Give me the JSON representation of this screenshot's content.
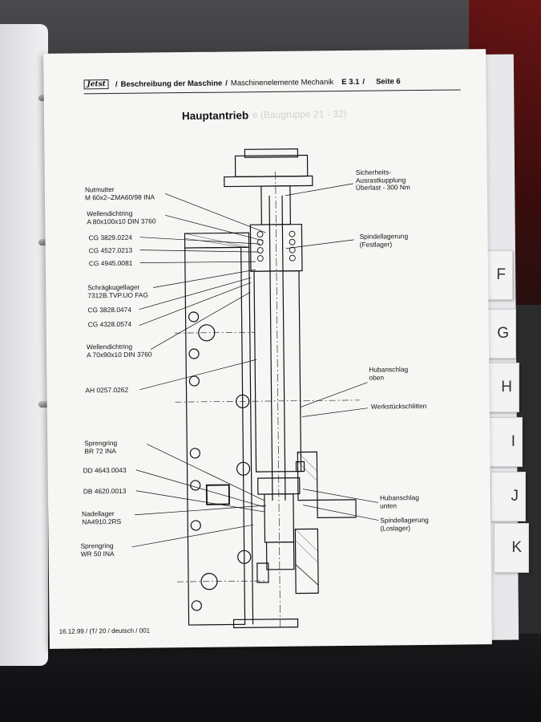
{
  "header": {
    "logo": "Jetst",
    "section1": "Beschreibung der Maschine",
    "section2": "Maschinenelemente Mechanik",
    "code": "E 3.1",
    "page": "Seite 6"
  },
  "title": "Hauptantrieb",
  "ghost_text": {
    "baugruppe": "e (Baugruppe 21 - 32)"
  },
  "labels": [
    {
      "id": "nutmutter",
      "lines": [
        "Nutmutter",
        "M 60x2–ZMA60/98   INA"
      ]
    },
    {
      "id": "wellendichtring1",
      "lines": [
        "Wellendichtring",
        "A 80x100x10 DIN 3760"
      ]
    },
    {
      "id": "cg3829",
      "lines": [
        "CG 3829.0224"
      ]
    },
    {
      "id": "cg4527",
      "lines": [
        "CG 4527.0213"
      ]
    },
    {
      "id": "cg4945",
      "lines": [
        "CG 4945.0081"
      ]
    },
    {
      "id": "schraegkugellager",
      "lines": [
        "Schrägkugellager",
        "7312B.TVP.UO   FAG"
      ]
    },
    {
      "id": "cg3828",
      "lines": [
        "CG 3828.0474"
      ]
    },
    {
      "id": "cg4328",
      "lines": [
        "CG 4328.0574"
      ]
    },
    {
      "id": "wellendichtring2",
      "lines": [
        "Wellendichtring",
        "A 70x90x10 DIN 3760"
      ]
    },
    {
      "id": "ah0257",
      "lines": [
        "AH 0257.0262"
      ]
    },
    {
      "id": "sprengring1",
      "lines": [
        "Sprengring",
        "BR 72   INA"
      ]
    },
    {
      "id": "dd4643",
      "lines": [
        "DD 4643.0043"
      ]
    },
    {
      "id": "db4620",
      "lines": [
        "DB 4620.0013"
      ]
    },
    {
      "id": "nadellager",
      "lines": [
        "Nadellager",
        "NA4910.2RS"
      ]
    },
    {
      "id": "sprengring2",
      "lines": [
        "Sprengring",
        "WR 50   INA"
      ]
    },
    {
      "id": "sicherheit",
      "lines": [
        "Sicherheits-",
        "Ausrastkupplung",
        "Überlast - 300 Nm"
      ]
    },
    {
      "id": "spindel_fest",
      "lines": [
        "Spindellagerung",
        "(Festlager)"
      ]
    },
    {
      "id": "hub_oben",
      "lines": [
        "Hubanschlag",
        "oben"
      ]
    },
    {
      "id": "werkstueck",
      "lines": [
        "Werkstückschlitten"
      ]
    },
    {
      "id": "hub_unten",
      "lines": [
        "Hubanschlag",
        "unten"
      ]
    },
    {
      "id": "spindel_los",
      "lines": [
        "Spindellagerung",
        "(Loslager)"
      ]
    }
  ],
  "footer": "16.12.99 / (T/ 20 / deutsch / 001",
  "tabs": [
    "F",
    "G",
    "H",
    "I",
    "J",
    "K"
  ],
  "colors": {
    "ink": "#111111",
    "paper": "#f6f6f4",
    "divider_blue": "#2f6fc9"
  }
}
